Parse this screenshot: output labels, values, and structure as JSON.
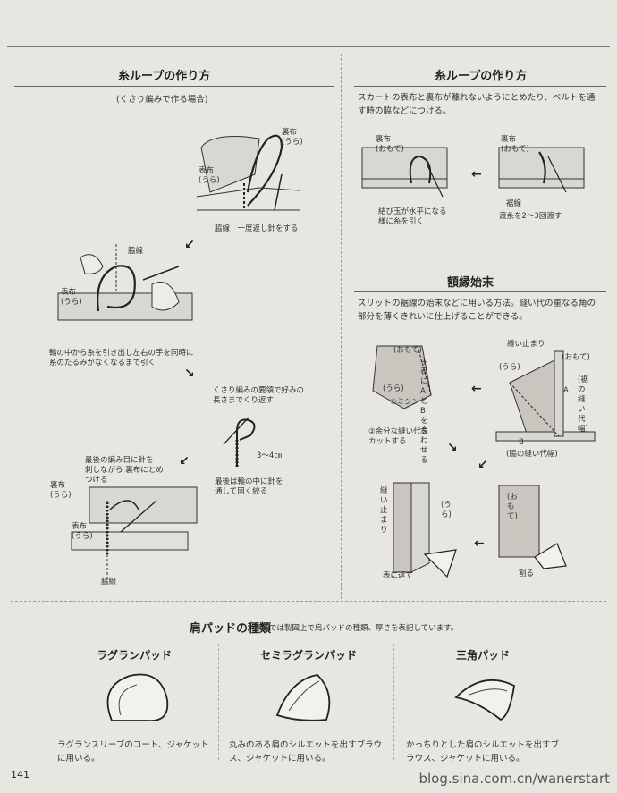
{
  "left": {
    "title": "糸ループの作り方",
    "subtitle": "(くさり編みで作る場合)",
    "labels": {
      "urafu1": "裏布\n(うら)",
      "omotefu1": "表布\n(うら)",
      "wakisen_step1": "脇線　一度返し針をする",
      "wakisen2": "脇線",
      "omotefu2": "表布\n(うら)",
      "step2_desc": "輪の中から糸を引き出し左右の手を同時に\n糸のたるみがなくなるまで引く",
      "step3_desc": "くさり編みの要領で好みの\n長さまでくり返す",
      "size": "3〜4㎝",
      "step3_end": "最後は輪の中に針を\n通して固く絞る",
      "step4_desc": "最後の編み目に針を\n刺しながら 裏布にとめ\nつける",
      "urafu4": "裏布\n(うら)",
      "omotefu4": "表布\n(うら)",
      "wakisen4": "脇線"
    }
  },
  "right_top": {
    "title": "糸ループの作り方",
    "description": "スカートの表布と裏布が離れないようにとめたり、ベルトを通す時の脇などにつける。",
    "labels": {
      "urafu_a": "裏布\n(おもて)",
      "urafu_b": "裏布\n(おもて)",
      "knot": "結び玉が水平になる\n様に糸を引く",
      "susoline": "裾線",
      "nagasi": "渡糸を2〜3回渡す"
    }
  },
  "right_mid": {
    "title": "額縁始末",
    "description": "スリットの裾線の始末などに用いる方法。縫い代の重なる角の部分を薄くきれいに仕上げることができる。",
    "labels": {
      "omote1": "(おもて)",
      "ura1": "(うら)",
      "mishin": "①ミシン",
      "align": "中表にAとBを\n合わせる",
      "nuidomari1": "縫い止まり",
      "omote2": "(おもて)",
      "ura2": "(うら)",
      "A": "A",
      "B": "B",
      "susonui": "(裾の縫い代幅)",
      "wakinui": "(脇の縫い代幅)",
      "cut": "②余分な縫い代を\nカットする",
      "nuidomari2": "縫い\n止まり",
      "ura3": "(うら)",
      "omote3": "(おもて)",
      "omoteni": "表に返す",
      "waru": "割る"
    }
  },
  "bottom": {
    "title": "肩パッドの種類",
    "note": "本誌では製図上で肩パッドの種類、厚さを表記しています。",
    "pads": [
      {
        "name": "ラグランパッド",
        "desc": "ラグランスリーブのコート、ジャケットに用いる。"
      },
      {
        "name": "セミラグランパッド",
        "desc": "丸みのある肩のシルエットを出すブラウス、ジャケットに用いる。"
      },
      {
        "name": "三角パッド",
        "desc": "かっちりとした肩のシルエットを出すブラウス、ジャケットに用いる。"
      }
    ]
  },
  "page_number": "141",
  "watermark": "blog.sina.com.cn/wanerstart"
}
